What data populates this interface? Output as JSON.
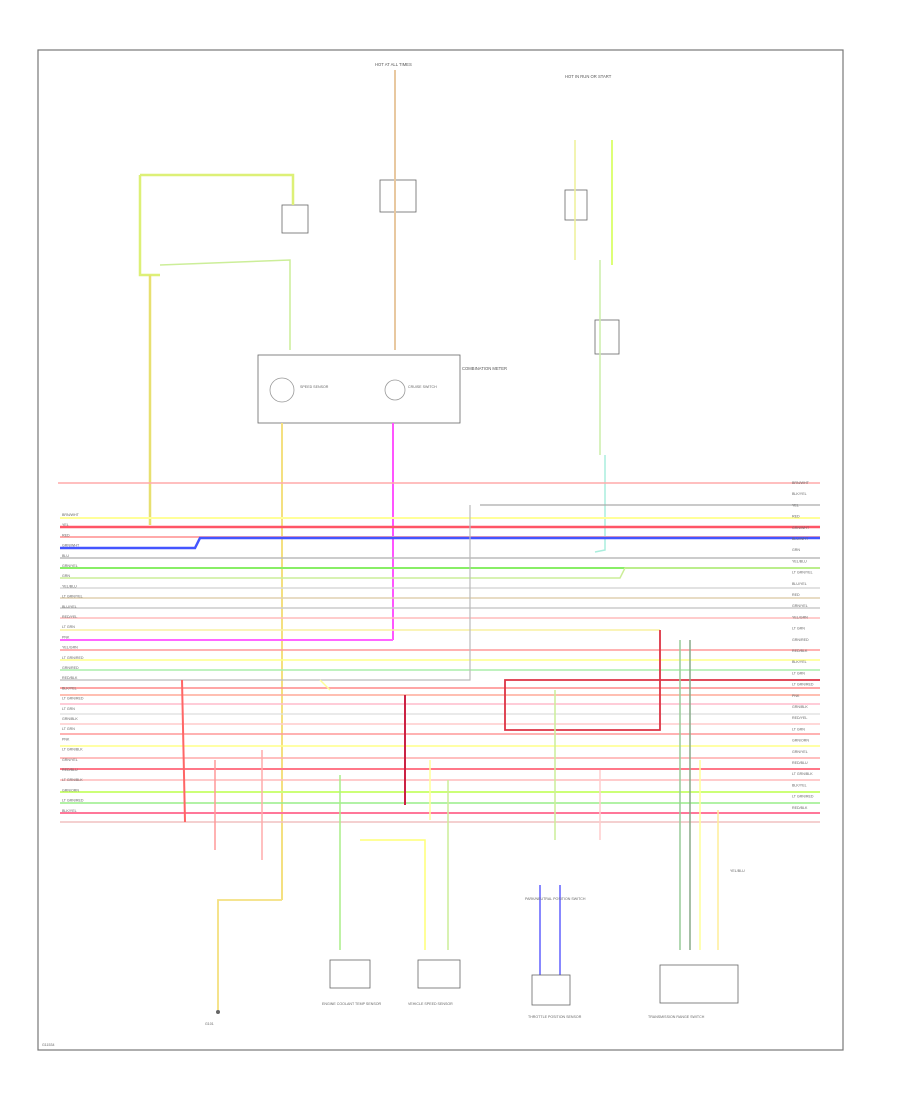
{
  "diagram": {
    "top_labels": {
      "hot_at_all_times": "HOT AT ALL TIMES",
      "hot_in_run": "HOT IN RUN OR START"
    },
    "bottom_left_code": "G11534",
    "components": {
      "control_module": "COMBINATION METER",
      "speed_sensor": "SPEED SENSOR",
      "cruise_switch": "CRUISE SWITCH",
      "ground_device": "G101",
      "sensor_a": "ENGINE COOLANT TEMP SENSOR",
      "sensor_b": "VEHICLE SPEED SENSOR",
      "sensor_c": "THROTTLE POSITION SENSOR",
      "park_neutral_switch": "PARK/NEUTRAL POSITION SWITCH",
      "switch_box": "TRANSMISSION RANGE SWITCH",
      "right_note": "YEL/BLU"
    },
    "bus_left_labels": [
      "BRN/WHT",
      "YEL",
      "RED",
      "GRN/WHT",
      "BLU",
      "GRN/YEL",
      "GRN",
      "YEL/BLU",
      "LT GRN/YEL",
      "BLU/YEL",
      "RED/YEL",
      "LT GRN",
      "PNK",
      "YEL/GRN",
      "LT GRN/RED",
      "GRN/RED",
      "RED/BLK",
      "BLK/YEL",
      "LT GRN/RED",
      "LT GRN",
      "GRN/BLK",
      "LT GRN",
      "PNK",
      "LT GRN/BLK",
      "GRN/YEL",
      "RED/BLU",
      "LT GRN/BLK",
      "GRN/ORN",
      "LT GRN/RED",
      "BLK/YEL"
    ],
    "bus_right_labels": [
      "BRN/WHT",
      "BLK/YEL",
      "YEL",
      "RED",
      "GRN/WHT",
      "BLU/WHT",
      "GRN",
      "YEL/BLU",
      "LT GRN/YEL",
      "BLU/YEL",
      "RED",
      "GRN/YEL",
      "YEL/GRN",
      "LT GRN",
      "GRN/RED",
      "RED/BLK",
      "BLK/YEL",
      "LT GRN",
      "LT GRN/RED",
      "PNK",
      "GRN/BLK",
      "RED/YEL",
      "LT GRN",
      "GRN/ORN",
      "GRN/YEL",
      "RED/BLU",
      "LT GRN/BLK",
      "BLK/YEL",
      "LT GRN/RED",
      "RED/BLK"
    ],
    "colors": {
      "red": "#ff6666",
      "pink": "#ffaaaa",
      "yellow": "#f4f08a",
      "blue": "#5566ff",
      "green": "#99ee77",
      "lightgreen": "#cceeaa",
      "gray": "#cccccc",
      "tan": "#f0d8a0",
      "magenta": "#ff55ff",
      "darkred": "#cc2244",
      "lime": "#ccff66",
      "frame": "#777777"
    }
  }
}
